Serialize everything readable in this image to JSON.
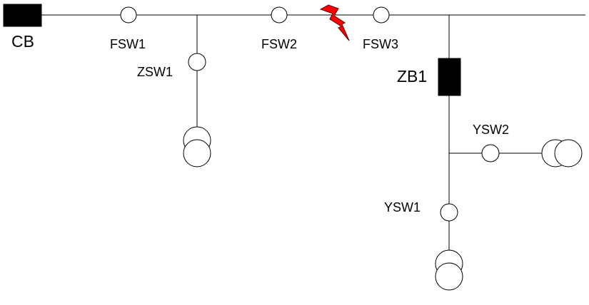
{
  "labels": {
    "cb": "CB",
    "fsw1": "FSW1",
    "fsw2": "FSW2",
    "fsw3": "FSW3",
    "zsw1": "ZSW1",
    "zb1": "ZB1",
    "ysw1": "YSW1",
    "ysw2": "YSW2"
  },
  "colors": {
    "line": "#000000",
    "breaker_fill": "#000000",
    "switch_fill": "#ffffff",
    "fault_fill": "#ff0000"
  },
  "icons": {
    "fault": "lightning-bolt-icon",
    "breaker": "circuit-breaker-icon",
    "switch": "switch-circle-icon",
    "transformer": "transformer-icon"
  }
}
